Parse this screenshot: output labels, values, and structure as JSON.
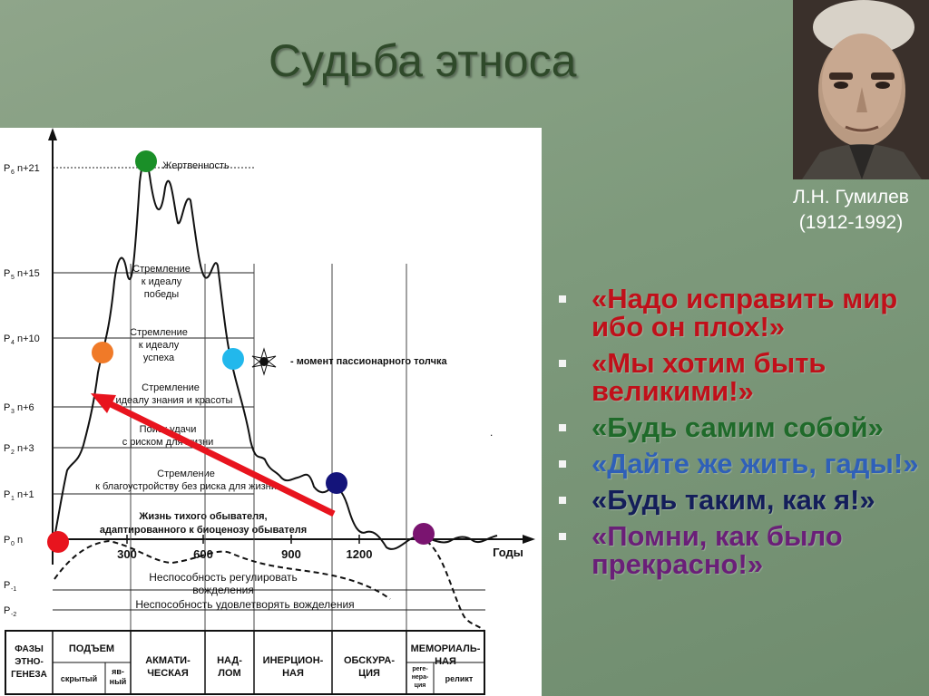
{
  "title": "Судьба этноса",
  "portrait": {
    "caption_name": "Л.Н. Гумилев",
    "caption_years": "(1912-1992)"
  },
  "quotes": [
    {
      "text": "«Надо исправить мир ибо он плох!»",
      "color": "#c0101a"
    },
    {
      "text": "«Мы хотим быть великими!»",
      "color": "#c0101a"
    },
    {
      "text": "«Будь самим собой»",
      "color": "#1f6a2a"
    },
    {
      "text": "«Дайте же жить, гады!»",
      "color": "#2f60b8"
    },
    {
      "text": "«Будь таким, как я!»",
      "color": "#141e5a"
    },
    {
      "text": "«Помни, как было прекрасно!»",
      "color": "#6a1f78"
    }
  ],
  "diagram": {
    "y_levels": [
      {
        "sub": "6",
        "text": "n+21",
        "label": "Жертвенность"
      },
      {
        "sub": "5",
        "text": "n+15",
        "label": [
          "Стремление",
          "к идеалу",
          "победы"
        ]
      },
      {
        "sub": "4",
        "text": "n+10",
        "label": [
          "Стремление",
          "к идеалу",
          "успеха"
        ]
      },
      {
        "sub": "3",
        "text": "n+6",
        "label": [
          "Стремление",
          "к идеалу знания и красоты"
        ]
      },
      {
        "sub": "2",
        "text": "n+3",
        "label": [
          "Поиск удачи",
          "с риском для жизни"
        ]
      },
      {
        "sub": "1",
        "text": "n+1",
        "label": [
          "Стремление",
          "к благоустройству без риска для жизни"
        ]
      },
      {
        "sub": "0",
        "text": "n",
        "label": [
          "Жизнь тихого обывателя,",
          "адаптированного к биоценозу обывателя"
        ]
      }
    ],
    "neg_levels": [
      {
        "sub": "-1",
        "label": [
          "Неспособность регулировать",
          "вожделения"
        ]
      },
      {
        "sub": "-2",
        "label": "Неспособность удовлетворять вожделения"
      }
    ],
    "x_ticks": [
      "300",
      "600",
      "900",
      "1200"
    ],
    "x_axis_label": "Годы",
    "legend_push": "- момент пассионарного толчка",
    "phases_header": [
      "ФАЗЫ",
      "ЭТНО-",
      "ГЕНЕЗА"
    ],
    "phases": [
      {
        "name": "ПОДЪЕМ",
        "subs": [
          "скрытый",
          "яв-\nный"
        ]
      },
      {
        "name": "АКМАТИ-\nЧЕСКАЯ"
      },
      {
        "name": "НАД-\nЛОМ"
      },
      {
        "name": "ИНЕРЦИОН-\nНАЯ"
      },
      {
        "name": "ОБСКУРА-\nЦИЯ"
      },
      {
        "name": "МЕМОРИАЛЬ-\nНАЯ",
        "subs": [
          "реге-\nнера-\nция",
          "реликт"
        ]
      }
    ],
    "markers": [
      {
        "name": "marker-red",
        "color": "#e8141e"
      },
      {
        "name": "marker-orange",
        "color": "#f07a28"
      },
      {
        "name": "marker-green",
        "color": "#1a8f28"
      },
      {
        "name": "marker-cyan",
        "color": "#22b8ec"
      },
      {
        "name": "marker-navy",
        "color": "#14147a"
      },
      {
        "name": "marker-purple",
        "color": "#7a1470"
      }
    ],
    "arrow_color": "#e8141e"
  }
}
